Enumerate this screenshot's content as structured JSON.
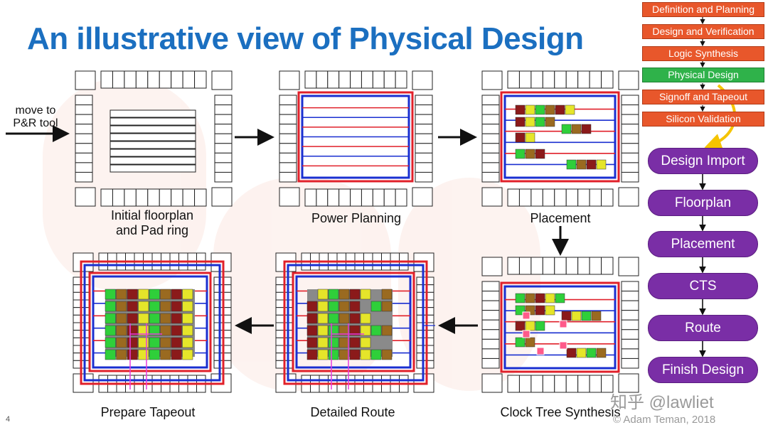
{
  "title": "An illustrative view of Physical Design",
  "move_label_lines": [
    "move to",
    "P&R tool"
  ],
  "captions": {
    "initial": [
      "Initial floorplan",
      "and Pad ring"
    ],
    "power": "Power Planning",
    "placement": "Placement",
    "cts": "Clock Tree Synthesis",
    "route": "Detailed Route",
    "tapeout": "Prepare Tapeout"
  },
  "flow_stages": [
    {
      "label": "Definition and Planning",
      "active": false
    },
    {
      "label": "Design and Verification",
      "active": false
    },
    {
      "label": "Logic Synthesis",
      "active": false
    },
    {
      "label": "Physical Design",
      "active": true
    },
    {
      "label": "Signoff and Tapeout",
      "active": false
    },
    {
      "label": "Silicon Validation",
      "active": false
    }
  ],
  "pd_steps": [
    "Design Import",
    "Floorplan",
    "Placement",
    "CTS",
    "Route",
    "Finish Design"
  ],
  "colors": {
    "title": "#1b6fc0",
    "power_ring_red": "#e0202a",
    "power_ring_blue": "#1a2fd0",
    "stage_orange": "#e8572b",
    "stage_active": "#2fb24a",
    "step_purple": "#7a2ea6",
    "highlight_arrow": "#f5c400"
  },
  "slide_number": "4",
  "watermark": "知乎 @lawliet",
  "copyright": "© Adam Teman, 2018"
}
